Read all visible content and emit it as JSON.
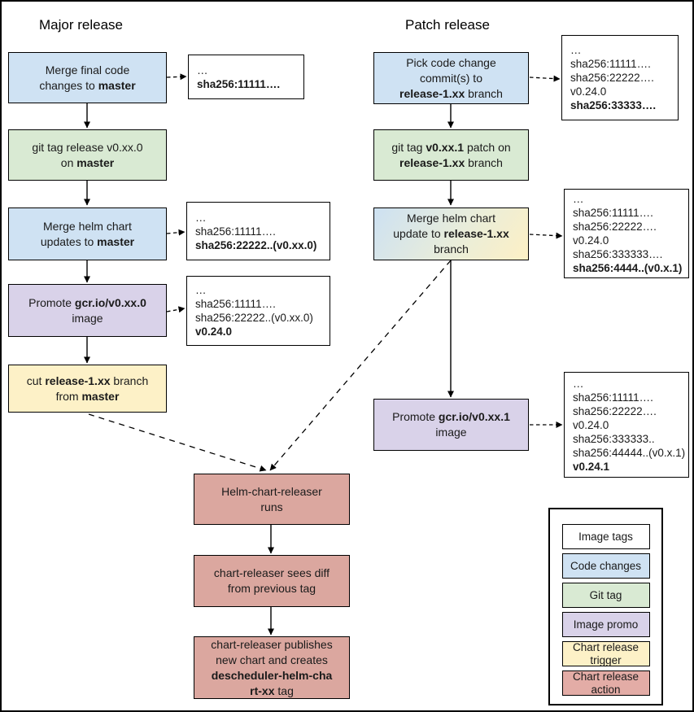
{
  "titles": {
    "major": "Major release",
    "patch": "Patch release"
  },
  "colors": {
    "image_tags": "#ffffff",
    "code_changes": "#cfe2f3",
    "git_tag": "#d9ead3",
    "image_promo": "#d9d2e9",
    "chart_release_trigger": "#fdf1c7",
    "chart_release_action": "#dba79f",
    "merge_patch_gradient": "linear-gradient(125deg, #cde1f2 0%, #e9edda 55%, #fdf0c5 100%)"
  },
  "major": {
    "steps": [
      {
        "segments": [
          {
            "t": "Merge final code\nchanges to "
          },
          {
            "t": "master",
            "b": true
          }
        ]
      },
      {
        "segments": [
          {
            "t": "git tag release v0.xx.0\non "
          },
          {
            "t": "master",
            "b": true
          }
        ]
      },
      {
        "segments": [
          {
            "t": "Merge helm chart\nupdates to "
          },
          {
            "t": "master",
            "b": true
          }
        ]
      },
      {
        "segments": [
          {
            "t": "Promote "
          },
          {
            "t": "gcr.io/v0.xx.0",
            "b": true
          },
          {
            "t": "\nimage"
          }
        ]
      },
      {
        "segments": [
          {
            "t": "cut "
          },
          {
            "t": "release-1.xx",
            "b": true
          },
          {
            "t": " branch\nfrom "
          },
          {
            "t": "master",
            "b": true
          }
        ]
      }
    ],
    "notes": [
      {
        "lines": [
          [
            {
              "t": "…"
            }
          ],
          [
            {
              "t": "sha256:11111….",
              "b": true
            }
          ]
        ]
      },
      {
        "lines": [
          [
            {
              "t": "…"
            }
          ],
          [
            {
              "t": "sha256:11111…."
            }
          ],
          [
            {
              "t": "sha256:22222..(v0.xx.0)",
              "b": true
            }
          ]
        ]
      },
      {
        "lines": [
          [
            {
              "t": "…"
            }
          ],
          [
            {
              "t": "sha256:11111…."
            }
          ],
          [
            {
              "t": "sha256:22222..(v0.xx.0)"
            }
          ],
          [
            {
              "t": "v0.24.0",
              "b": true
            }
          ]
        ]
      }
    ]
  },
  "patch": {
    "steps": [
      {
        "segments": [
          {
            "t": "Pick code change\ncommit(s) to\n"
          },
          {
            "t": "release-1.xx",
            "b": true
          },
          {
            "t": " branch"
          }
        ]
      },
      {
        "segments": [
          {
            "t": "git tag "
          },
          {
            "t": "v0.xx.1",
            "b": true
          },
          {
            "t": " patch on\n"
          },
          {
            "t": "release-1.xx",
            "b": true
          },
          {
            "t": " branch"
          }
        ]
      },
      {
        "segments": [
          {
            "t": "Merge helm chart\nupdate to "
          },
          {
            "t": "release-1.xx",
            "b": true
          },
          {
            "t": "\nbranch"
          }
        ]
      },
      {
        "segments": [
          {
            "t": "Promote "
          },
          {
            "t": "gcr.io/v0.xx.1",
            "b": true
          },
          {
            "t": "\nimage"
          }
        ]
      }
    ],
    "notes": [
      {
        "lines": [
          [
            {
              "t": "…"
            }
          ],
          [
            {
              "t": "sha256:11111…."
            }
          ],
          [
            {
              "t": "sha256:22222…."
            }
          ],
          [
            {
              "t": "v0.24.0"
            }
          ],
          [
            {
              "t": "sha256:33333….",
              "b": true
            }
          ]
        ]
      },
      {
        "lines": [
          [
            {
              "t": "…"
            }
          ],
          [
            {
              "t": "sha256:11111…."
            }
          ],
          [
            {
              "t": "sha256:22222…."
            }
          ],
          [
            {
              "t": "v0.24.0"
            }
          ],
          [
            {
              "t": "sha256:333333…."
            }
          ],
          [
            {
              "t": "sha256:4444..(v0.x.1)",
              "b": true
            }
          ]
        ]
      },
      {
        "lines": [
          [
            {
              "t": "…"
            }
          ],
          [
            {
              "t": "sha256:11111…."
            }
          ],
          [
            {
              "t": "sha256:22222…."
            }
          ],
          [
            {
              "t": "v0.24.0"
            }
          ],
          [
            {
              "t": "sha256:333333.."
            }
          ],
          [
            {
              "t": "sha256:44444..(v0.x.1)"
            }
          ],
          [
            {
              "t": "v0.24.1",
              "b": true
            }
          ]
        ]
      }
    ]
  },
  "pipeline": {
    "steps": [
      {
        "segments": [
          {
            "t": "Helm-chart-releaser\nruns"
          }
        ]
      },
      {
        "segments": [
          {
            "t": "chart-releaser sees diff\nfrom previous tag"
          }
        ]
      },
      {
        "segments": [
          {
            "t": "chart-releaser publishes\nnew chart and creates\n"
          },
          {
            "t": "descheduler-helm-cha\nrt-xx",
            "b": true
          },
          {
            "t": " tag"
          }
        ]
      }
    ]
  },
  "legend": {
    "items": [
      {
        "label": "Image tags",
        "color": "#ffffff"
      },
      {
        "label": "Code changes",
        "color": "#cfe2f3"
      },
      {
        "label": "Git tag",
        "color": "#d9ead3"
      },
      {
        "label": "Image promo",
        "color": "#d9d2e9"
      },
      {
        "label": "Chart release\ntrigger",
        "color": "#fdf1c7"
      },
      {
        "label": "Chart release\naction",
        "color": "#e3aca6"
      }
    ]
  }
}
